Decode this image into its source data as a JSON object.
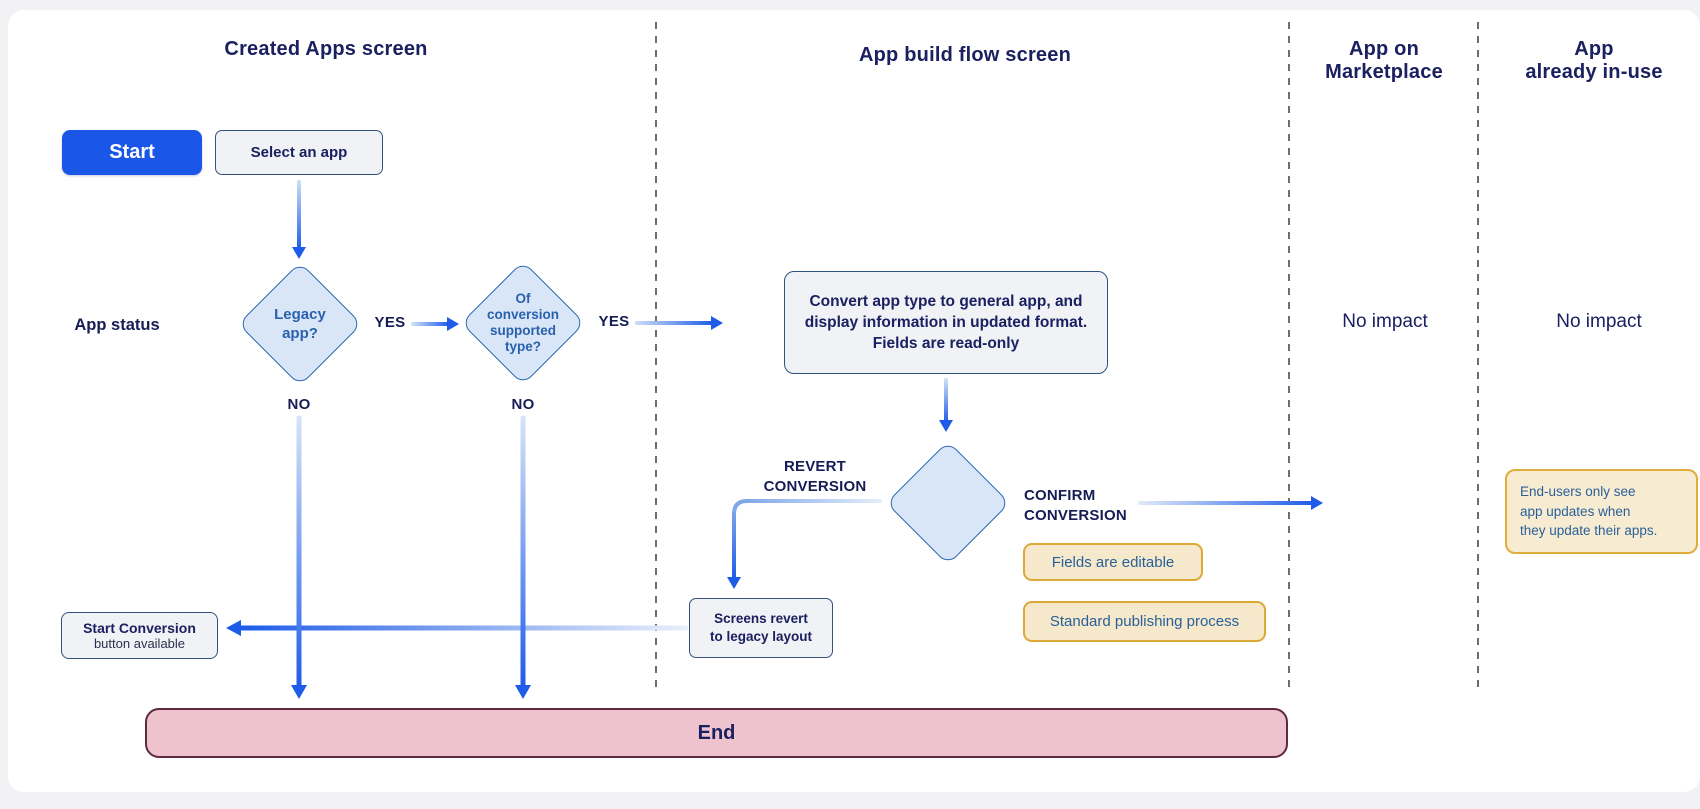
{
  "headers": {
    "created_apps": "Created Apps screen",
    "app_build_flow": "App build flow screen",
    "marketplace_line1": "App on",
    "marketplace_line2": "Marketplace",
    "inuse_line1": "App",
    "inuse_line2": "already in-use"
  },
  "labels": {
    "app_status": "App status",
    "yes1": "YES",
    "yes2": "YES",
    "no1": "NO",
    "no2": "NO",
    "revert_line1": "REVERT",
    "revert_line2": "CONVERSION",
    "confirm_line1": "CONFIRM",
    "confirm_line2": "CONVERSION",
    "no_impact_marketplace": "No impact",
    "no_impact_inuse": "No impact"
  },
  "nodes": {
    "start": "Start",
    "select_app": "Select an app",
    "legacy_line1": "Legacy",
    "legacy_line2": "app?",
    "conversion_line1": "Of",
    "conversion_line2": "conversion",
    "conversion_line3": "supported",
    "conversion_line4": "type?",
    "convert_line1": "Convert app type to general app, and",
    "convert_line2": "display information in updated format.",
    "convert_line3": "Fields are read-only",
    "fields_editable": "Fields are editable",
    "standard_publishing": "Standard publishing process",
    "screens_revert_line1": "Screens revert",
    "screens_revert_line2": "to legacy layout",
    "start_conversion_line1": "Start Conversion",
    "start_conversion_line2": "button available",
    "end": "End",
    "endusers_line1": "End-users only see",
    "endusers_line2": "app updates when",
    "endusers_line3": "they update their apps."
  },
  "colors": {
    "accent_blue": "#1a56e8",
    "diamond_fill": "#d9e6f8",
    "diamond_border": "#2e6ab2",
    "navy_text": "#1a2060",
    "yellow_border": "#dca937",
    "yellow_fill": "#f5e8cb",
    "end_fill": "#efc3ce",
    "end_border": "#5c2b40"
  }
}
